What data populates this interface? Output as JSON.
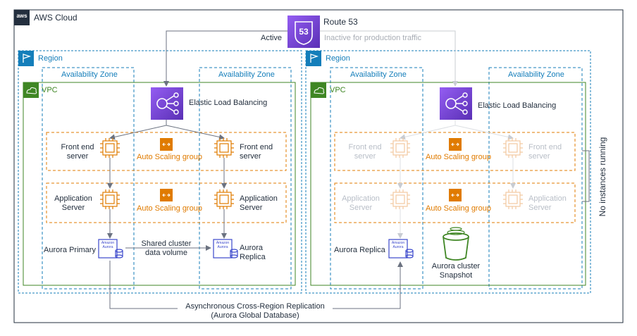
{
  "cloud": {
    "label": "AWS Cloud",
    "logo": "aws"
  },
  "route53": {
    "label": "Route 53",
    "badge": "53",
    "active": "Active",
    "inactive": "Inactive for production traffic"
  },
  "regions": [
    {
      "label": "Region",
      "az_left": "Availability Zone",
      "az_right": "Availability Zone",
      "vpc": "VPC",
      "elb": "Elastic Load Balancing"
    },
    {
      "label": "Region",
      "az_left": "Availability Zone",
      "az_right": "Availability Zone",
      "vpc": "VPC",
      "elb": "Elastic Load Balancing"
    }
  ],
  "primary": {
    "frontend_left": "Front end\nserver",
    "frontend_right": "Front end\nserver",
    "asg_top": "Auto Scaling group",
    "app_left": "Application\nServer",
    "app_right": "Application\nServer",
    "asg_bottom": "Auto Scaling group",
    "aurora_primary": "Aurora Primary",
    "shared_volume": "Shared cluster\ndata volume",
    "aurora_replica": "Aurora\nReplica",
    "aurora_icon_text": "Amazon\nAurora"
  },
  "secondary": {
    "frontend_left": "Front end\nserver",
    "frontend_right": "Front end\nserver",
    "asg_top": "Auto Scaling group",
    "app_left": "Application\nServer",
    "app_right": "Application\nServer",
    "asg_bottom": "Auto Scaling group",
    "aurora_replica": "Aurora Replica",
    "snapshot": "Aurora cluster\nSnapshot",
    "aurora_icon_text": "Amazon\nAurora"
  },
  "no_instances": "No instances  running",
  "replication": "Asynchronous Cross-Region Replication\n(Aurora Global Database)",
  "colors": {
    "blue": "#147eba",
    "green": "#3f8624",
    "orange": "#e07b00",
    "purple": "#8c4fff",
    "s3green": "#3f8624",
    "faded": "#b8bec7"
  }
}
